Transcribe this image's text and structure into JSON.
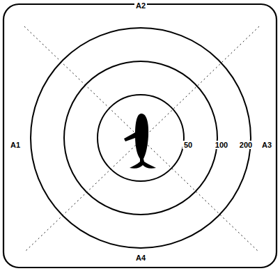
{
  "diagram": {
    "labels": [
      "A2",
      "A1",
      "50",
      "100",
      "200",
      "A3",
      "A4"
    ]
  }
}
